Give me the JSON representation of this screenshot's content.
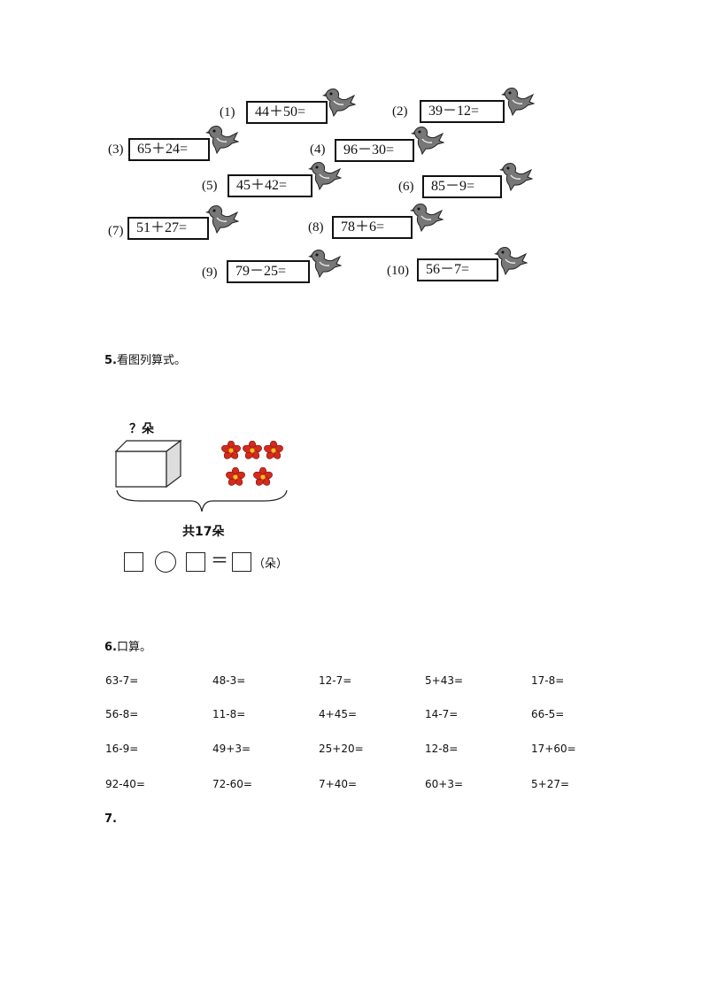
{
  "section4": {
    "items": [
      {
        "label": "(1)",
        "expr": "44＋50="
      },
      {
        "label": "(2)",
        "expr": "39－12="
      },
      {
        "label": "(3)",
        "expr": "65＋24="
      },
      {
        "label": "(4)",
        "expr": "96－30="
      },
      {
        "label": "(5)",
        "expr": "45＋42="
      },
      {
        "label": "(6)",
        "expr": "85－9="
      },
      {
        "label": "(7)",
        "expr": "51＋27="
      },
      {
        "label": "(8)",
        "expr": "78＋6="
      },
      {
        "label": "(9)",
        "expr": "79－25="
      },
      {
        "label": "(10)",
        "expr": "56－7="
      }
    ]
  },
  "section5": {
    "number": "5.",
    "title": "看图列算式。",
    "unknown_label": "？朵",
    "total_label": "共17朵",
    "equals": "＝",
    "unit": "（朵）",
    "flower_count": 5
  },
  "section6": {
    "number": "6.",
    "title": "口算。",
    "rows": [
      [
        "63-7=",
        "48-3=",
        "12-7=",
        "5+43=",
        "17-8="
      ],
      [
        "56-8=",
        "11-8=",
        "4+45=",
        "14-7=",
        "66-5="
      ],
      [
        "16-9=",
        "49+3=",
        "25+20=",
        "12-8=",
        "17+60="
      ],
      [
        "92-40=",
        "72-60=",
        "7+40=",
        "60+3=",
        "5+27="
      ]
    ]
  },
  "section7": {
    "number": "7."
  },
  "colors": {
    "flower_petal": "#d42a1e",
    "flower_center": "#f2c21b",
    "bird_body": "#777777"
  }
}
